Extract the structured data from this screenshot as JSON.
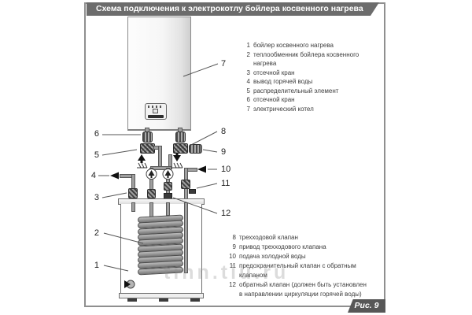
{
  "title": "Схема подключения к электрокотлу бойлера косвенного нагрева",
  "figure_label": "Рис. 9",
  "watermark": "tinn.tiu.ru",
  "colors": {
    "title_bar_bg": "#6c6c6c",
    "figure_label_bg": "#575757",
    "frame_border": "#8f8f8f",
    "pipe_gray": "#9f9f9f",
    "text_dark": "#3c3c3c"
  },
  "callouts": {
    "c1": "1",
    "c2": "2",
    "c3": "3",
    "c4": "4",
    "c5": "5",
    "c6": "6",
    "c7": "7",
    "c8": "8",
    "c9": "9",
    "c10": "10",
    "c11": "11",
    "c12": "12"
  },
  "legend_top": {
    "rows": [
      {
        "n": "1",
        "t": "бойлер косвенного нагрева"
      },
      {
        "n": "2",
        "t": "теплообменник бойлера косвенного"
      },
      {
        "n": "",
        "t": "нагрева"
      },
      {
        "n": "3",
        "t": "отсечной кран"
      },
      {
        "n": "4",
        "t": "вывод горячей воды"
      },
      {
        "n": "5",
        "t": "распределительный элемент"
      },
      {
        "n": "6",
        "t": "отсечной кран"
      },
      {
        "n": "7",
        "t": "электрический котел"
      }
    ]
  },
  "legend_bottom": {
    "rows": [
      {
        "n": "8",
        "t": "трехходовой клапан"
      },
      {
        "n": "9",
        "t": "привод трехходового клапана"
      },
      {
        "n": "10",
        "t": "подача холодной воды"
      },
      {
        "n": "11",
        "t": "предохранительный клапан с обратным"
      },
      {
        "n": "",
        "t": "клапаном"
      },
      {
        "n": "12",
        "t": "обратный клапан (должен быть установлен"
      },
      {
        "n": "",
        "t": "в направлении циркуляции горячей воды)"
      }
    ]
  }
}
